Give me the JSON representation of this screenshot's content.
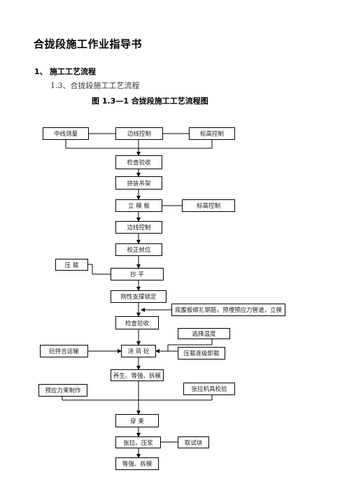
{
  "document": {
    "title": "合拢段施工作业指导书",
    "section_number": "1、",
    "section_title": "施工工艺流程",
    "subsection": "1.3、合拢段施工工艺流程",
    "figure_title": "图 1.3—1  合拢段施工工艺流程图"
  },
  "flowchart": {
    "center_line_survey": "中线测量",
    "edge_control_top": "边线控制",
    "elevation_control_top": "标高控制",
    "inspection_1": "检查验收",
    "assemble_hanger": "拼装吊架",
    "erect_formwork": "立 模 板",
    "elevation_control_mid": "标高控制",
    "edge_control_mid": "边线控制",
    "correct_position": "校正就位",
    "preload": "压    载",
    "leveling": "抄      平",
    "rigid_support_lock": "刚性支撑锁定",
    "rebar_note": "底腹板绑扎钢筋，预埋预应力管道，立模",
    "inspection_2": "检查验收",
    "select_temperature": "选择温度",
    "concrete_transport": "砼拌合运输",
    "pour_concrete": "浇 筑 砼",
    "unload_gradually": "压载逐级卸载",
    "cure_demold": "养生、等强、拆模",
    "prestress_fabrication": "预应力束制作",
    "jack_calibration": "张拉机具校验",
    "thread_tendon": "穿    束",
    "tension_grout": "张拉、压浆",
    "test_block": "取试块",
    "strength_demold": "等强、拆模"
  }
}
